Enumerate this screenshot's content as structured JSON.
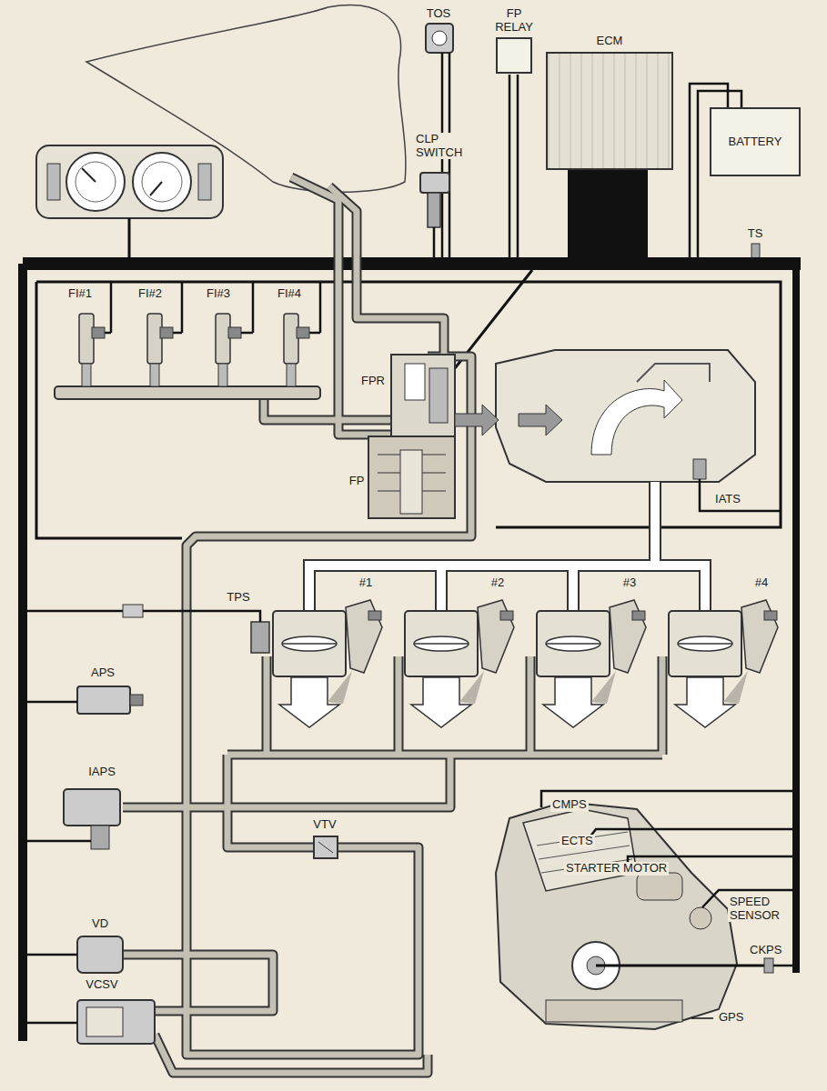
{
  "diagram": {
    "nodes": [
      {
        "text": [
          "FP RELAY"
        ]
      },
      {
        "text": [
          "ECM"
        ]
      },
      {
        "text": [
          "BATTERY"
        ]
      }
    ],
    "labels": [
      "TOS",
      "CLP SWITCH",
      "TS",
      "FI#1",
      "FI#2",
      "FI#3",
      "FI#4",
      "FPR",
      "FP",
      "IATS",
      "TPS",
      "#1",
      "#2",
      "#3",
      "#4",
      "APS",
      "IAPS",
      "VTV",
      "VD",
      "VCSV",
      "CMPS",
      "ECTS",
      "STARTER MOTOR",
      "SPEED SENSOR",
      "CKPS",
      "GPS"
    ]
  }
}
